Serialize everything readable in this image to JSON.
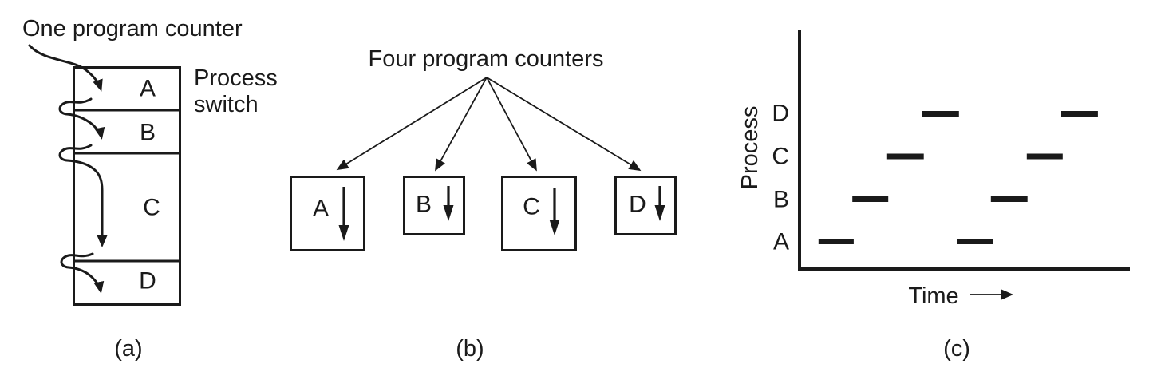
{
  "figure": {
    "panel_a": {
      "annotation_top": "One program counter",
      "side_label_lines": [
        "Process",
        "switch"
      ],
      "sections": [
        "A",
        "B",
        "C",
        "D"
      ],
      "caption": "(a)"
    },
    "panel_b": {
      "annotation_top": "Four program counters",
      "box_labels": [
        "A",
        "B",
        "C",
        "D"
      ],
      "caption": "(b)"
    },
    "panel_c": {
      "caption": "(c)"
    }
  },
  "chart_data": {
    "type": "gantt",
    "title": "",
    "xlabel": "Time",
    "ylabel": "Process",
    "categories": [
      "A",
      "B",
      "C",
      "D"
    ],
    "execution_order": [
      "A",
      "B",
      "C",
      "D",
      "A",
      "B",
      "C",
      "D"
    ],
    "segments": [
      {
        "process": "A",
        "start": 0.53,
        "end": 1.51
      },
      {
        "process": "B",
        "start": 1.47,
        "end": 2.47
      },
      {
        "process": "C",
        "start": 2.44,
        "end": 3.46
      },
      {
        "process": "D",
        "start": 3.42,
        "end": 4.44
      },
      {
        "process": "A",
        "start": 4.38,
        "end": 5.38
      },
      {
        "process": "B",
        "start": 5.33,
        "end": 6.35
      },
      {
        "process": "C",
        "start": 6.33,
        "end": 7.33
      },
      {
        "process": "D",
        "start": 7.29,
        "end": 8.31
      }
    ],
    "xlim": [
      0,
      9.2
    ],
    "ylim_categories_bottom_to_top": [
      "A",
      "B",
      "C",
      "D"
    ],
    "grid": false,
    "legend": false
  },
  "colors": {
    "ink": "#1a1a1a",
    "background": "#ffffff"
  }
}
